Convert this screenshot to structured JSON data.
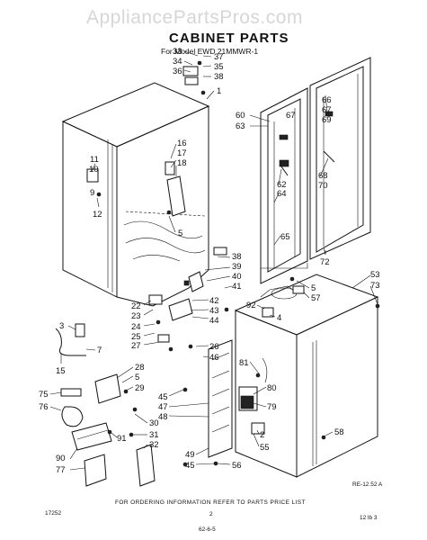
{
  "watermark": "AppliancePartsPros.com",
  "title": "CABINET PARTS",
  "subtitle": "For Model EWD 21MMWR-1",
  "figure_code": "RE-12.52 A",
  "footer_note": "FOR ORDERING INFORMATION REFER TO PARTS PRICE LIST",
  "page_number": "2",
  "corner_code_left": "17252",
  "corner_code_right": "12 lb 3",
  "bottom_code": "62-6-5",
  "callouts": {
    "c33": "33",
    "c34": "34",
    "c36": "36",
    "c37": "37",
    "c35": "35",
    "c38a": "38",
    "c1": "1",
    "c11": "11",
    "c10": "10",
    "c9": "9",
    "c12": "12",
    "c16": "16",
    "c17": "17",
    "c18": "18",
    "c5a": "5",
    "c60": "60",
    "c63": "63",
    "c67a": "67",
    "c62": "62",
    "c64": "64",
    "c65": "65",
    "c66": "66",
    "c67b": "67",
    "c69": "69",
    "c68": "68",
    "c70": "70",
    "c72": "72",
    "c38b": "38",
    "c39": "39",
    "c40": "40",
    "c41": "41",
    "c42": "42",
    "c43": "43",
    "c44": "44",
    "c22": "22",
    "c23": "23",
    "c24": "24",
    "c25": "25",
    "c27": "27",
    "c26": "26",
    "c46": "46",
    "c3": "3",
    "c7": "7",
    "c15": "15",
    "c28": "28",
    "c5b": "5",
    "c29": "29",
    "c75": "75",
    "c76": "76",
    "c45a": "45",
    "c47": "47",
    "c48": "48",
    "c30": "30",
    "c31": "31",
    "c32": "32",
    "c91": "91",
    "c90": "90",
    "c77": "77",
    "c49": "49",
    "c45b": "45",
    "c56": "56",
    "c53": "53",
    "c73": "73",
    "c5c": "5",
    "c57": "57",
    "c92": "92",
    "c4": "4",
    "c81": "81",
    "c80": "80",
    "c79": "79",
    "c2": "2",
    "c55": "55",
    "c58": "58"
  }
}
